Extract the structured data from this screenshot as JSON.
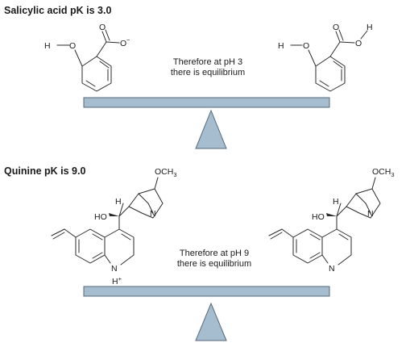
{
  "salicylic": {
    "title": "Salicylic acid pK is 3.0",
    "note_line1": "Therefore at pH 3",
    "note_line2": "there is equilibrium",
    "ionized_form": {
      "h": "H",
      "o_hydroxyl": "O",
      "o_carbonyl": "O",
      "o_carboxylate": "O",
      "charge": "−"
    },
    "unionized_form": {
      "h": "H",
      "o_hydroxyl": "O",
      "o_carbonyl": "O",
      "o_acid": "O",
      "h_acid": "H"
    }
  },
  "quinine": {
    "title": "Quinine pK is 9.0",
    "note_line1": "Therefore at pH 9",
    "note_line2": "there is equilibrium",
    "ionized_form": {
      "methoxy": "OCH",
      "methoxy_sub": "3",
      "h": "H",
      "ho": "HO",
      "n_bridge": "N",
      "n_ring": "N",
      "h_plus": "H",
      "charge": "+"
    },
    "unionized_form": {
      "methoxy": "OCH",
      "methoxy_sub": "3",
      "h": "H",
      "ho": "HO",
      "n_bridge": "N",
      "n_ring": "N"
    }
  },
  "colors": {
    "balance_fill": "#a6bccf",
    "balance_stroke": "#56697a",
    "ink": "#1a1a1a"
  }
}
